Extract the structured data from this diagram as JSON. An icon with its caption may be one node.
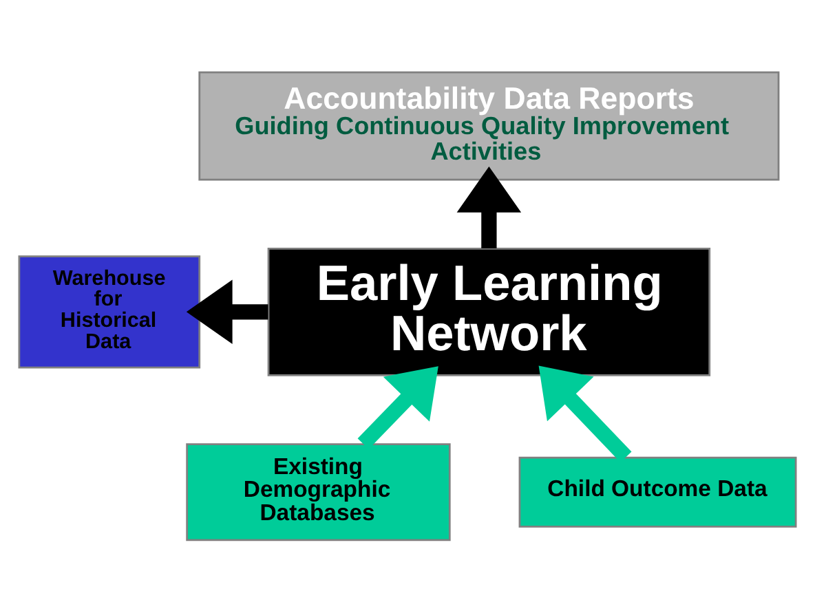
{
  "diagram": {
    "nodes": [
      {
        "text": [
          "Accountability Data Reports",
          "Guiding Continuous Quality Improvement Activities"
        ]
      },
      {
        "text": [
          "Early Learning Network"
        ]
      },
      {
        "text": [
          "Warehouse for Historical Data"
        ]
      },
      {
        "text": [
          "Existing Demographic Databases"
        ]
      },
      {
        "text": [
          "Child Outcome Data"
        ]
      }
    ],
    "edges": [
      {
        "from": 1,
        "to": 0,
        "arrow": "to"
      },
      {
        "from": 1,
        "to": 2,
        "arrow": "to"
      },
      {
        "from": 3,
        "to": 1,
        "arrow": "to",
        "color": "#00cc99"
      },
      {
        "from": 4,
        "to": 1,
        "arrow": "to",
        "color": "#00cc99"
      }
    ]
  }
}
